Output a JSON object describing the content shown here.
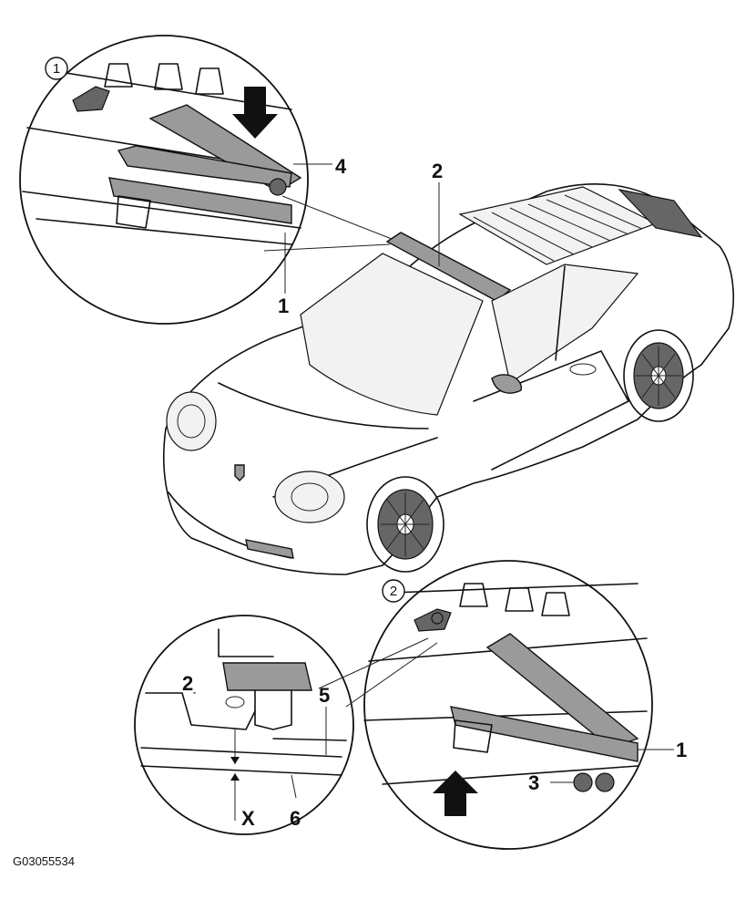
{
  "figure_code": "G03055534",
  "detail_views": [
    {
      "id": "1",
      "name": "detail-view-front-locking"
    },
    {
      "id": "2",
      "name": "detail-view-rear-locking"
    },
    {
      "id": "3",
      "name": "detail-view-clearance"
    }
  ],
  "circled_labels": [
    "1",
    "2"
  ],
  "callouts": {
    "top_detail_item_4": "4",
    "top_detail_item_1": "1",
    "car_item_2": "2",
    "lower_detail_item_2": "2",
    "lower_detail_item_5": "5",
    "lower_detail_item_x": "X",
    "lower_detail_item_6": "6",
    "right_detail_item_1": "1",
    "right_detail_item_3": "3"
  },
  "colors": {
    "ink": "#111111",
    "part_fill": "#9a9a9a",
    "background": "#ffffff"
  }
}
